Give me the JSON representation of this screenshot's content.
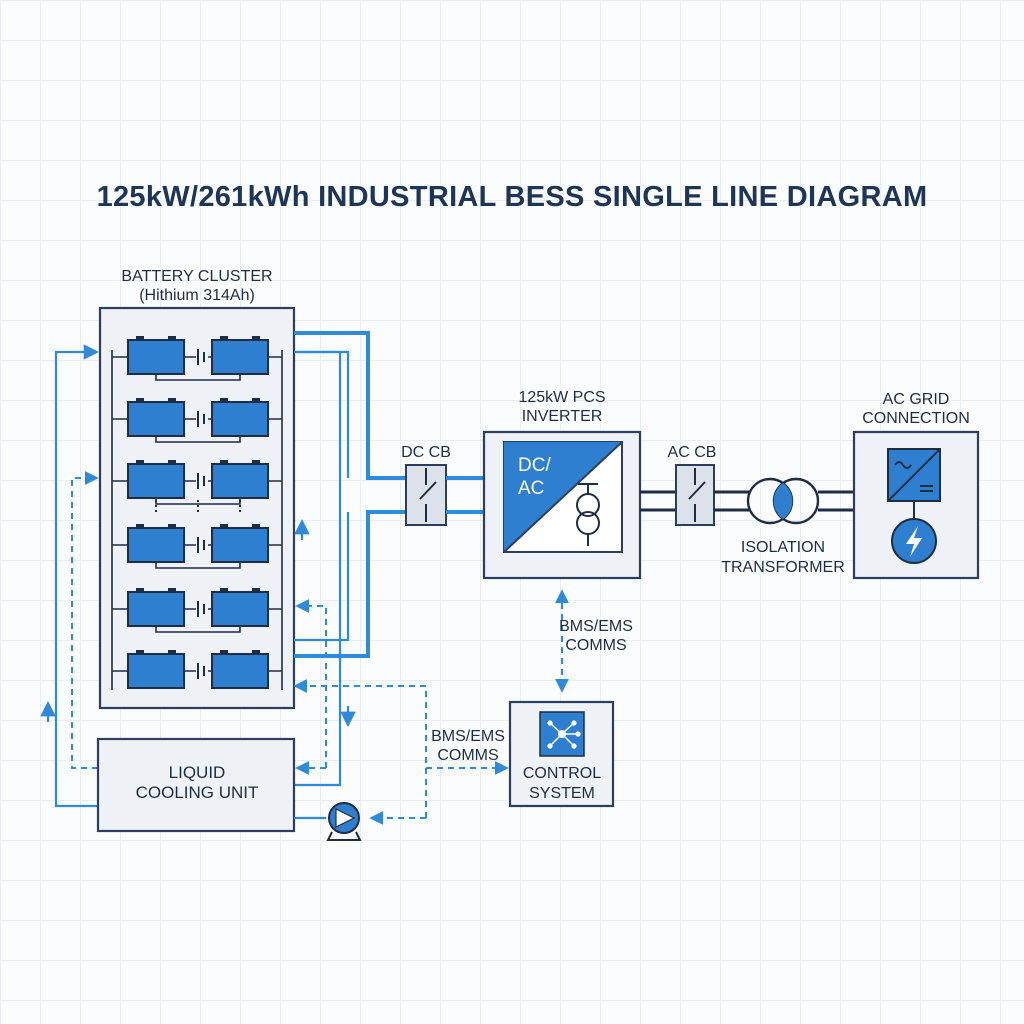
{
  "title": "125kW/261kWh INDUSTRIAL BESS SINGLE LINE DIAGRAM",
  "battery_cluster": {
    "label_line1": "BATTERY CLUSTER",
    "label_line2": "(Hithium 314Ah)",
    "icon": "battery-module-icon"
  },
  "dc_cb": {
    "label": "DC CB",
    "icon": "circuit-breaker-icon"
  },
  "pcs": {
    "label_line1": "125kW PCS",
    "label_line2": "INVERTER",
    "inner_line1": "DC/",
    "inner_line2": "AC",
    "icon": "transformer-icon"
  },
  "ac_cb": {
    "label": "AC CB",
    "icon": "circuit-breaker-icon"
  },
  "isolation_transformer": {
    "label_line1": "ISOLATION",
    "label_line2": "TRANSFORMER",
    "icon": "transformer-coils-icon"
  },
  "ac_grid": {
    "label_line1": "AC GRID",
    "label_line2": "CONNECTION",
    "icons": [
      "converter-icon",
      "lightning-icon"
    ]
  },
  "comms_upper": {
    "line1": "BMS/EMS",
    "line2": "COMMS"
  },
  "comms_lower": {
    "line1": "BMS/EMS",
    "line2": "COMMS"
  },
  "control_system": {
    "label_line1": "CONTROL",
    "label_line2": "SYSTEM",
    "icon": "network-icon"
  },
  "liquid_cooling": {
    "label_line1": "LIQUID",
    "label_line2": "COOLING UNIT",
    "pump_icon": "pump-icon"
  },
  "colors": {
    "accent_blue": "#2f8ad8",
    "battery_fill": "#2f7fd0",
    "box_fill": "#eef1f6",
    "dark": "#1f2d44",
    "title": "#1d3557"
  }
}
